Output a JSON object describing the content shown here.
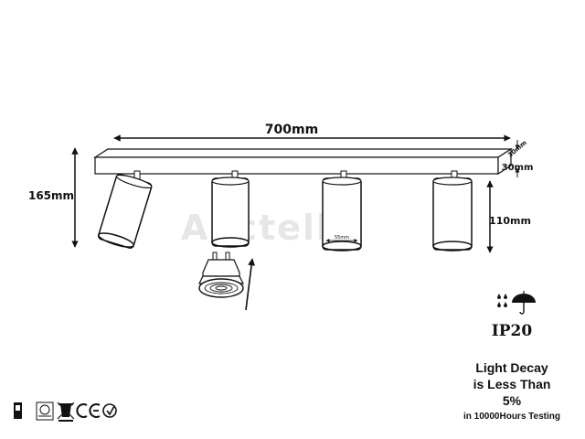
{
  "dimensions": {
    "length": "700mm",
    "height": "165mm",
    "head_height": "110mm",
    "bar_depth": "30mm",
    "bar_width": "30mm",
    "head_diameter": "55mm"
  },
  "watermark": "Auctella",
  "ip_rating": "IP20",
  "light_decay": [
    "Light Decay",
    "is Less Than",
    "5%"
  ],
  "decay_note": "in 10000Hours Testing",
  "certifications": [
    "bs-mark",
    "rohs",
    "weee",
    "ce",
    "c-tick"
  ],
  "colors": {
    "line": "#111111",
    "bar_fill": "#ffffff"
  }
}
